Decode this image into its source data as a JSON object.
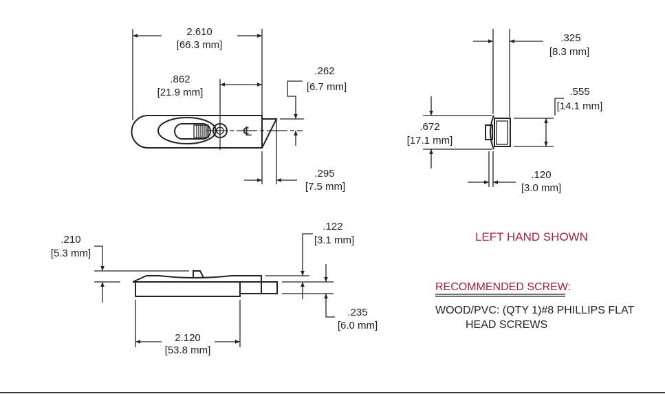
{
  "top_view": {
    "overall_length": {
      "in": "2.610",
      "mm": "[66.3 mm]"
    },
    "center_offset": {
      "in": ".862",
      "mm": "[21.9 mm]"
    },
    "bevel_height": {
      "in": ".262",
      "mm": "[6.7 mm]"
    },
    "bevel_length": {
      "in": ".295",
      "mm": "[7.5 mm]"
    },
    "centerline_symbol": "℄"
  },
  "side_view": {
    "bolt_offset": {
      "in": ".325",
      "mm": "[8.3 mm]"
    },
    "bolt_height": {
      "in": ".555",
      "mm": "[14.1 mm]"
    },
    "face_height": {
      "in": ".672",
      "mm": "[17.1 mm]"
    },
    "face_thickness": {
      "in": ".120",
      "mm": "[3.0 mm]"
    }
  },
  "bottom_view": {
    "tab_height": {
      "in": ".210",
      "mm": "[5.3 mm]"
    },
    "step_height": {
      "in": ".122",
      "mm": "[3.1 mm]"
    },
    "bolt_thickness": {
      "in": ".235",
      "mm": "[6.0 mm]"
    },
    "base_length": {
      "in": "2.120",
      "mm": "[53.8 mm]"
    }
  },
  "notes": {
    "hand": "LEFT HAND SHOWN",
    "screw_heading": "RECOMMENDED SCREW:",
    "screw_line1": "WOOD/PVC: (QTY 1)#8 PHILLIPS FLAT",
    "screw_line2": "HEAD SCREWS"
  },
  "colors": {
    "accent": "#a3223c",
    "line": "#222222"
  }
}
